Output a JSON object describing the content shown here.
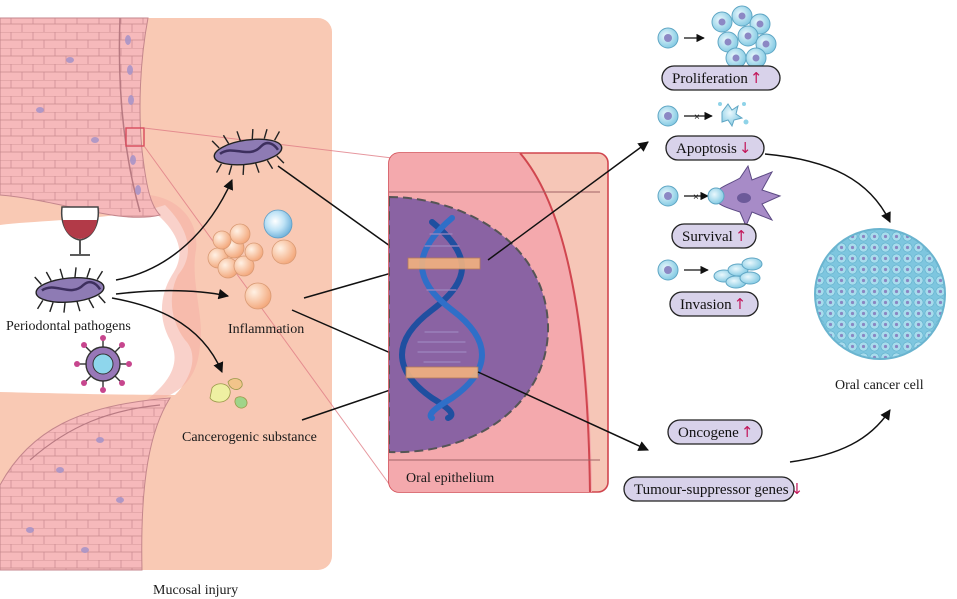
{
  "labels": {
    "periodontal_pathogens": "Periodontal pathogens",
    "inflammation": "Inflammation",
    "cancerogenic_substance": "Cancerogenic substance",
    "mucosal_injury": "Mucosal injury",
    "oral_epithelium": "Oral epithelium",
    "oral_cancer_cell": "Oral cancer cell"
  },
  "outcomes": [
    {
      "label": "Proliferation",
      "arrow": "↑"
    },
    {
      "label": "Apoptosis",
      "arrow": "↓"
    },
    {
      "label": "Survival",
      "arrow": "↑"
    },
    {
      "label": "Invasion",
      "arrow": "↑"
    }
  ],
  "genes": [
    {
      "label": "Oncogene",
      "arrow": "↑"
    },
    {
      "label": "Tumour-suppressor genes",
      "arrow": "↓"
    }
  ],
  "colors": {
    "tissue": "#f9c9b4",
    "epithelium": "#f4a9ad",
    "nucleus": "#8a63a3",
    "dna": "#1f4fa0",
    "pill_fill": "#d8d2ea",
    "up_down_arrow": "#c2185b",
    "cell": "#8fd3e8"
  }
}
